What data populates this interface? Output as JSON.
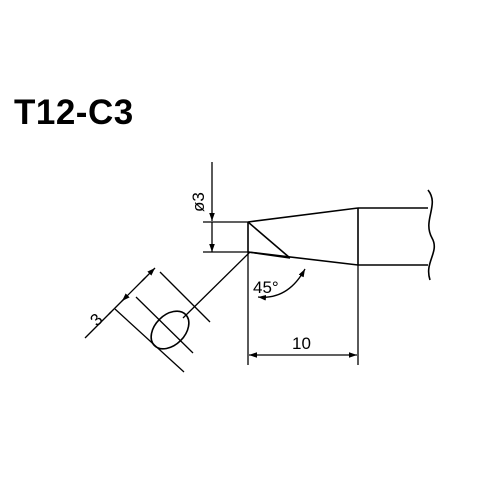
{
  "title": "T12-C3",
  "dimensions": {
    "diameter": "ø3",
    "angle": "45°",
    "length": "10",
    "bevel_width": "3"
  }
}
